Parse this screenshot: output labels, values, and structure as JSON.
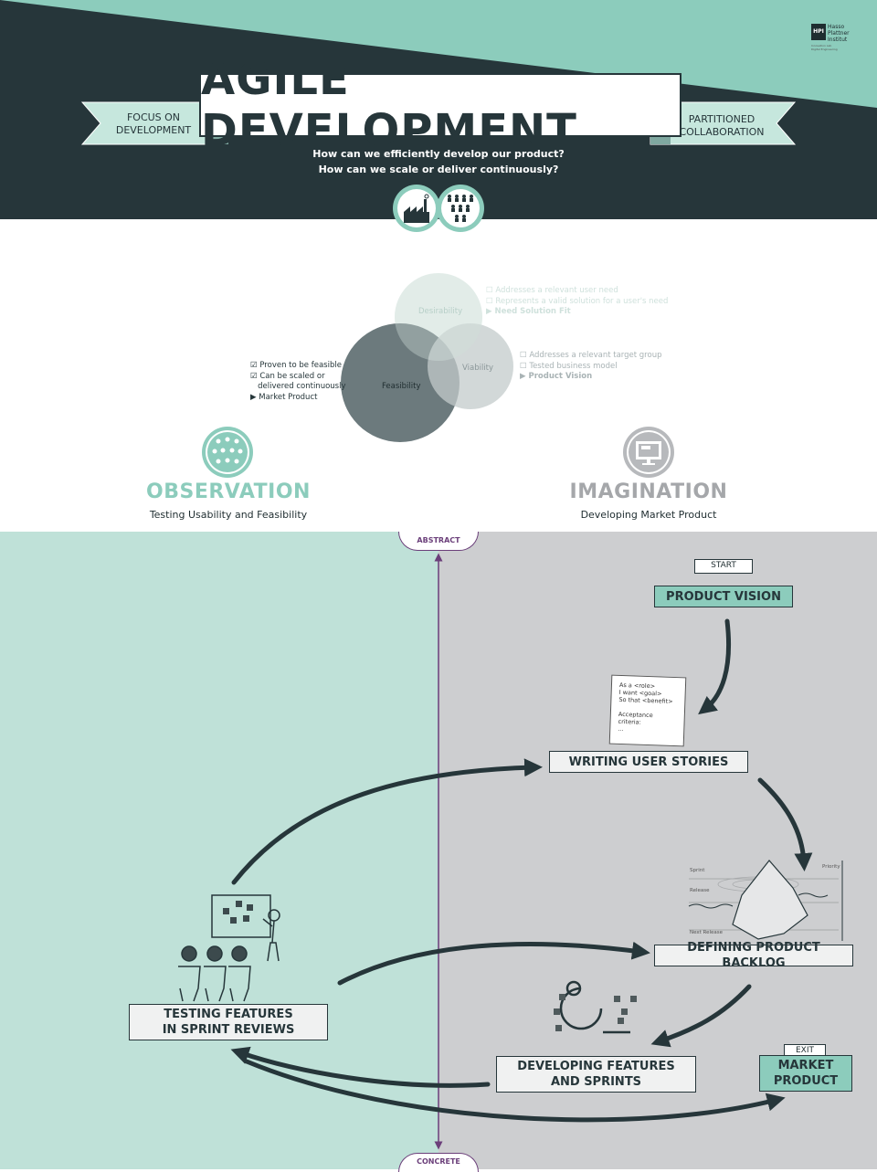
{
  "header": {
    "title": "AGILE DEVELOPMENT",
    "left_ribbon": [
      "FOCUS ON",
      "DEVELOPMENT"
    ],
    "right_ribbon": [
      "PARTITIONED",
      "COLLABORATION"
    ],
    "questions": [
      "How can we efficiently develop our product?",
      "How can we scale or deliver continuously?"
    ],
    "logo": {
      "mark": "HPI",
      "name": [
        "Hasso",
        "Plattner",
        "Institut"
      ],
      "sub": [
        "Innovation Lab",
        "Digital Engineering"
      ]
    },
    "icons": [
      "factory-icon",
      "team-network-icon"
    ]
  },
  "venn": {
    "desirability": {
      "label": "Desirability",
      "checks": [
        "Addresses a relevant user need",
        "Represents a valid solution for a user's need"
      ],
      "result": "Need Solution Fit"
    },
    "viability": {
      "label": "Viability",
      "checks": [
        "Addresses a relevant target group",
        "Tested business model"
      ],
      "result": "Product Vision"
    },
    "feasibility": {
      "label": "Feasibility",
      "checks": [
        "Proven to be feasible",
        "Can be scaled or",
        "delivered continuously"
      ],
      "result": "Market Product"
    }
  },
  "sections": {
    "observation": {
      "title": "OBSERVATION",
      "subtitle": "Testing Usability and Feasibility"
    },
    "imagination": {
      "title": "IMAGINATION",
      "subtitle": "Developing Market Product"
    }
  },
  "axis": {
    "top": "ABSTRACT",
    "bottom": "CONCRETE"
  },
  "flow": {
    "start_tag": "START",
    "exit_tag": "EXIT",
    "product_vision": "PRODUCT VISION",
    "writing_user_stories": "WRITING USER STORIES",
    "defining_product_backlog": "DEFINING PRODUCT BACKLOG",
    "developing_features": [
      "DEVELOPING FEATURES",
      "AND SPRINTS"
    ],
    "testing_features": [
      "TESTING FEATURES",
      "IN SPRINT REVIEWS"
    ],
    "market_product": [
      "MARKET",
      "PRODUCT"
    ]
  },
  "story_card": [
    "As a <role>",
    "I want <goal>",
    "So that <benefit>",
    "",
    "Acceptance criteria:",
    "..."
  ],
  "iceberg": {
    "sprint": "Sprint",
    "release": "Release",
    "next_release": "Next Release",
    "priority": "Priority"
  },
  "colors": {
    "dark": "#26363a",
    "teal": "#8cccbc",
    "light_teal": "#bfe1d8",
    "gray": "#cdced0",
    "purple": "#6b3f7a"
  }
}
